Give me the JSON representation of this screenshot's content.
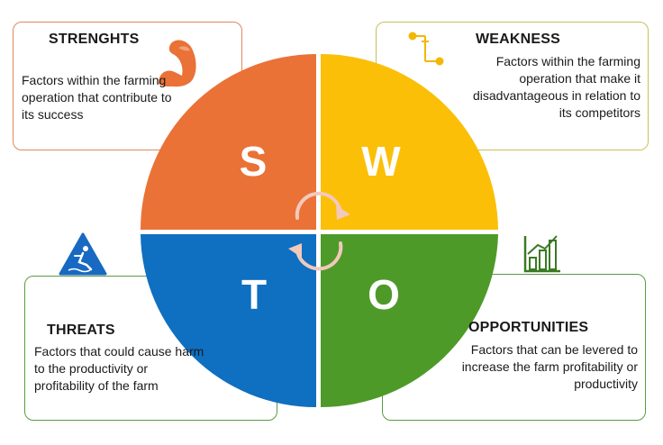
{
  "quadrants": {
    "strengths": {
      "letter": "S",
      "title": "STRENGHTS",
      "text": "Factors  within the farming operation that contribute to its success",
      "color": "#ea7236",
      "icon": "flexed-arm-icon"
    },
    "weakness": {
      "letter": "W",
      "title": "WEAKNESS",
      "text": "Factors within the farming operation that make it disadvantageous in relation to its competitors",
      "color": "#fbbf07",
      "icon": "circuit-path-icon"
    },
    "threats": {
      "letter": "T",
      "title": "THREATS",
      "text": "Factors that could cause harm to the productivity or profitability of the farm",
      "color": "#0f6fc0",
      "icon": "slippery-hazard-icon"
    },
    "opportunities": {
      "letter": "O",
      "title": "OPPORTUNITIES",
      "text": "Factors that can be levered to increase the farm profitability or productivity",
      "color": "#4e9a29",
      "icon": "growth-bar-chart-icon"
    }
  },
  "center_icon": "cycle-arrows-icon"
}
